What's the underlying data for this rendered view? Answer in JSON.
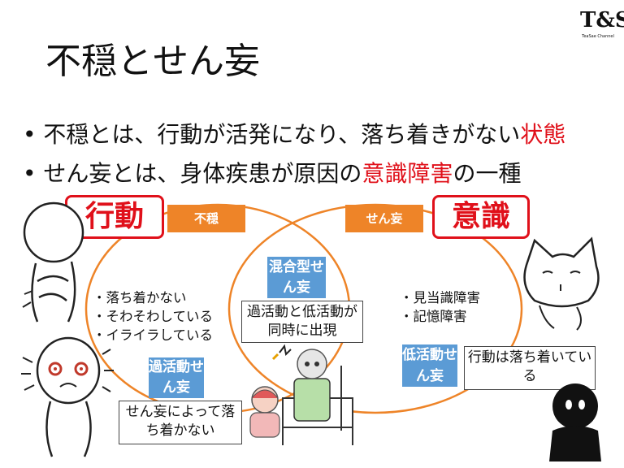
{
  "slide": {
    "title": "不穏とせん妄",
    "bullets": [
      {
        "prefix": "不穏とは、行動が活発になり、落ち着きがない",
        "highlight": "状態",
        "suffix": ""
      },
      {
        "prefix": "せん妄とは、身体疾患が原因の",
        "highlight": "意識障害",
        "suffix": "の一種"
      }
    ],
    "marker": "•"
  },
  "logo": {
    "text": "T&S",
    "subtext": "TeaSae Channel"
  },
  "diagram": {
    "left_label": "行動",
    "right_label": "意識",
    "left_circle_label": "不穏",
    "right_circle_label": "せん妄",
    "overlap_label": "混合型せん妄",
    "overlap_desc": "過活動と低活動が同時に出現",
    "left_items": [
      "・落ち着かない",
      "・そわそわしている",
      "・イライラしている"
    ],
    "right_items": [
      "・見当識障害",
      "・記憶障害"
    ],
    "hyper_label": "過活動せん妄",
    "hyper_desc": "せん妄によって落ち着かない",
    "hypo_label": "低活動せん妄",
    "hypo_desc": "行動は落ち着いている",
    "colors": {
      "orange": "#ee8428",
      "blue": "#5b9bd5",
      "red": "#e0101a"
    }
  }
}
